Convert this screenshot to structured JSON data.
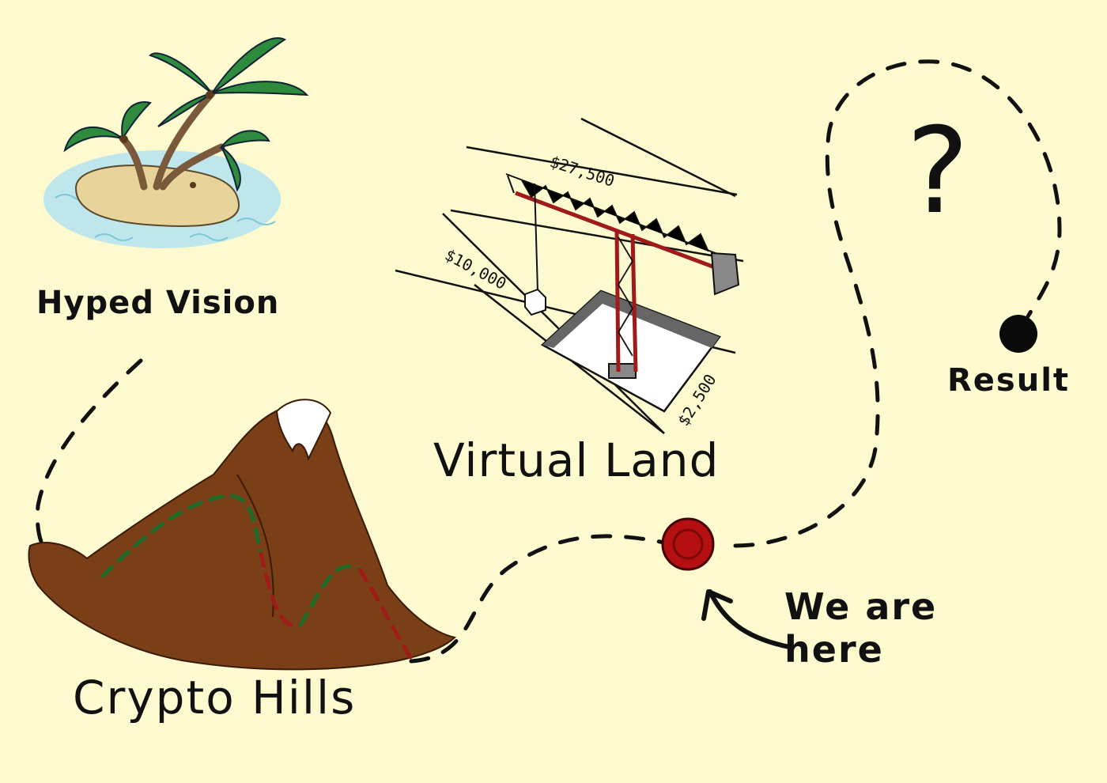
{
  "labels": {
    "hyped_vision": "Hyped Vision",
    "crypto_hills": "Crypto Hills",
    "virtual_land": "Virtual Land",
    "result": "Result",
    "we_are": "We are",
    "here": "here",
    "question_mark": "?"
  },
  "prices": {
    "plot_top": "$27,500",
    "plot_left": "$10,000",
    "plot_right": "$2,500"
  },
  "colors": {
    "background": "#fdfad0",
    "current_position": "#b50f12",
    "result_dot": "#0a0a0a",
    "mountain": "#7a3f16",
    "path_green": "#1f6b2a",
    "path_red": "#a01a1a",
    "crane": "#a01a1a",
    "palm_leaves": "#2e8b3e",
    "sand": "#e8d39a",
    "water": "#bfe6ec"
  },
  "icons": {
    "island": "palm-island-icon",
    "mountain": "snowy-mountain-icon",
    "crane": "construction-crane-icon",
    "current": "you-are-here-marker-icon",
    "end": "result-dot-icon",
    "arrow": "curved-arrow-icon"
  }
}
